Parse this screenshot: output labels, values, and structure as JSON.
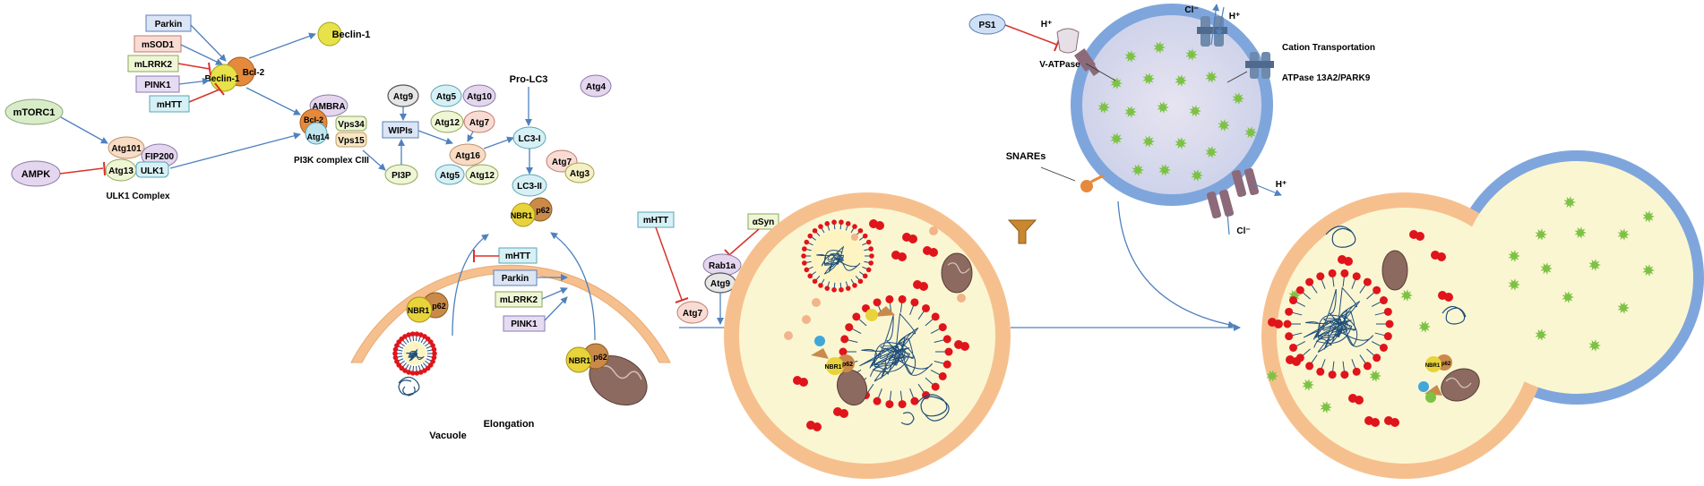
{
  "diagram": {
    "upstream": {
      "mtorc1": "mTORC1",
      "ampk": "AMPK",
      "parkin": "Parkin",
      "msod1": "mSOD1",
      "mlrrk2": "mLRRK2",
      "pink1": "PINK1",
      "mhtt": "mHTT",
      "beclin_free": "Beclin-1",
      "beclin_bound": "Beclin-1",
      "bcl2": "Bcl-2"
    },
    "ulk1_complex": {
      "atg101": "Atg101",
      "fip200": "FIP200",
      "atg13": "Atg13",
      "ulk1": "ULK1",
      "caption": "ULK1 Complex"
    },
    "pi3k_complex": {
      "ambra": "AMBRA",
      "bcl2": "Bcl-2",
      "vps34": "Vps34",
      "atg14": "Atg14",
      "vps15": "Vps15",
      "caption": "PI3K complex CIII"
    },
    "elongation": {
      "atg9": "Atg9",
      "wipis": "WIPIs",
      "pi3p": "PI3P",
      "atg5": "Atg5",
      "atg10": "Atg10",
      "atg12": "Atg12",
      "atg7": "Atg7",
      "atg16": "Atg16",
      "atg5b": "Atg5",
      "atg12b": "Atg12",
      "pro_lc3": "Pro-LC3",
      "lc3_i": "LC3-I",
      "lc3_ii": "LC3-II",
      "atg4": "Atg4",
      "atg7b": "Atg7",
      "atg3": "Atg3",
      "nbr1": "NBR1",
      "p62": "p62"
    },
    "phagophore": {
      "mhtt": "mHTT",
      "parkin": "Parkin",
      "mlrrk2": "mLRRK2",
      "pink1": "PINK1",
      "nbr1_a": "NBR1",
      "p62_a": "p62",
      "nbr1_b": "NBR1",
      "p62_b": "p62",
      "vacuole": "Vacuole",
      "elongation": "Elongation"
    },
    "middle": {
      "mhtt": "mHTT",
      "atg7": "Atg7",
      "asyn": "αSyn",
      "rab1a": "Rab1a",
      "atg9": "Atg9"
    },
    "autophagosome": {
      "nbr1": "NBR1",
      "p62": "p62"
    },
    "lysosome": {
      "ps1": "PS1",
      "h_plus_1": "H⁺",
      "v_atpase": "V-ATPase",
      "cl_top": "Cl⁻",
      "h_plus_top": "H⁺",
      "cation": "Cation Transportation",
      "atpase": "ATPase 13A2/PARK9",
      "snares": "SNAREs",
      "h_plus_right": "H⁺",
      "cl_bottom": "Cl⁻"
    },
    "autolysosome": {
      "nbr1": "NBR1",
      "p62": "p62"
    },
    "colors": {
      "membrane_orange": "#f6c08e",
      "lumen_yellow": "#fbf6d2",
      "lysosome_blue": "#7fa6dc",
      "arrow_blue": "#4f81bd",
      "inhibit_red": "#d9322a",
      "cargo_red": "#e0141b",
      "hydrolase_green": "#7cc244",
      "mito_brown": "#8c6a60"
    }
  }
}
